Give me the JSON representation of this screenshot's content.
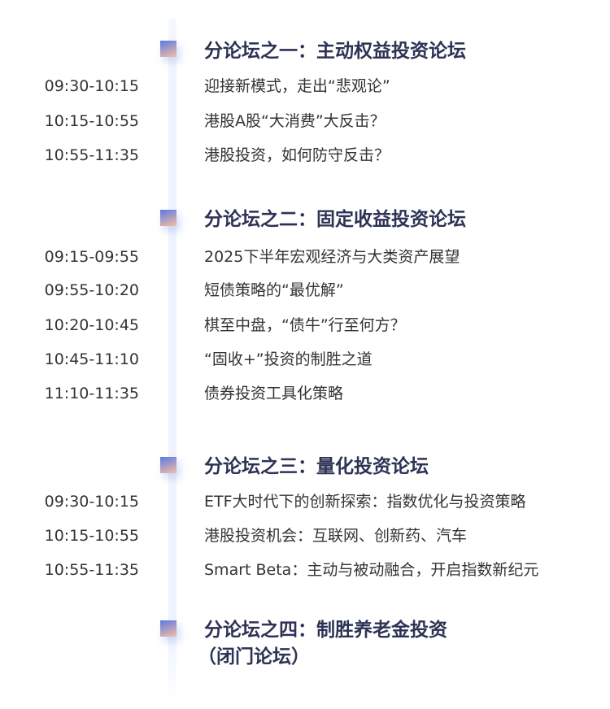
{
  "sections": [
    {
      "title": "分论坛之一：主动权益投资论坛",
      "items": [
        {
          "time": "09:30-10:15",
          "topic": "迎接新模式，走出“悲观论”"
        },
        {
          "time": "10:15-10:55",
          "topic": "港股A股“大消费”大反击？"
        },
        {
          "time": "10:55-11:35",
          "topic": "港股投资，如何防守反击？"
        }
      ]
    },
    {
      "title": "分论坛之二：固定收益投资论坛",
      "items": [
        {
          "time": "09:15-09:55",
          "topic": "2025下半年宏观经济与大类资产展望"
        },
        {
          "time": "09:55-10:20",
          "topic": "短债策略的“最优解”"
        },
        {
          "time": "10:20-10:45",
          "topic": "棋至中盘，“债牛”行至何方？"
        },
        {
          "time": "10:45-11:10",
          "topic": "“固收+”投资的制胜之道"
        },
        {
          "time": "11:10-11:35",
          "topic": "债券投资工具化策略"
        }
      ]
    },
    {
      "title": "分论坛之三：量化投资论坛",
      "items": [
        {
          "time": "09:30-10:15",
          "topic": "ETF大时代下的创新探索：指数优化与投资策略"
        },
        {
          "time": "10:15-10:55",
          "topic": "港股投资机会：互联网、创新药、汽车"
        },
        {
          "time": "10:55-11:35",
          "topic": "Smart Beta：主动与被动融合，开启指数新纪元"
        }
      ]
    },
    {
      "title": "分论坛之四：制胜养老金投资",
      "title_line2": "（闭门论坛）",
      "items": []
    }
  ]
}
